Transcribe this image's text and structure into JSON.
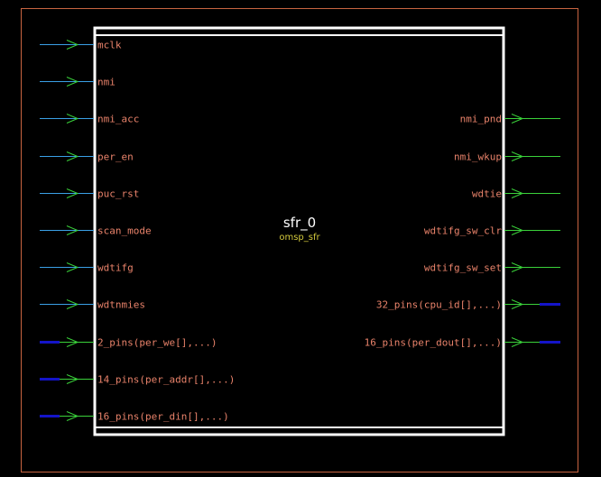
{
  "instance_name": "sfr_0",
  "module_name": "omsp_sfr",
  "colors": {
    "background": "#000000",
    "frame": "#c86441",
    "block": "#ffffff",
    "pin_label": "#e8826a",
    "arrow": "#3ad13a",
    "wire": "#3aa0e6",
    "bus": "#1414c8",
    "instance": "#ffffff",
    "module": "#d2c83c"
  },
  "inputs": [
    {
      "label": "mclk",
      "bus": false
    },
    {
      "label": "nmi",
      "bus": false
    },
    {
      "label": "nmi_acc",
      "bus": false
    },
    {
      "label": "per_en",
      "bus": false
    },
    {
      "label": "puc_rst",
      "bus": false
    },
    {
      "label": "scan_mode",
      "bus": false
    },
    {
      "label": "wdtifg",
      "bus": false
    },
    {
      "label": "wdtnmies",
      "bus": false
    },
    {
      "label": "2_pins(per_we[],...)",
      "bus": true
    },
    {
      "label": "14_pins(per_addr[],...)",
      "bus": true
    },
    {
      "label": "16_pins(per_din[],...)",
      "bus": true
    }
  ],
  "outputs": [
    {
      "label": "nmi_pnd",
      "bus": false
    },
    {
      "label": "nmi_wkup",
      "bus": false
    },
    {
      "label": "wdtie",
      "bus": false
    },
    {
      "label": "wdtifg_sw_clr",
      "bus": false
    },
    {
      "label": "wdtifg_sw_set",
      "bus": false
    },
    {
      "label": "32_pins(cpu_id[],...)",
      "bus": true
    },
    {
      "label": "16_pins(per_dout[],...)",
      "bus": true
    }
  ]
}
